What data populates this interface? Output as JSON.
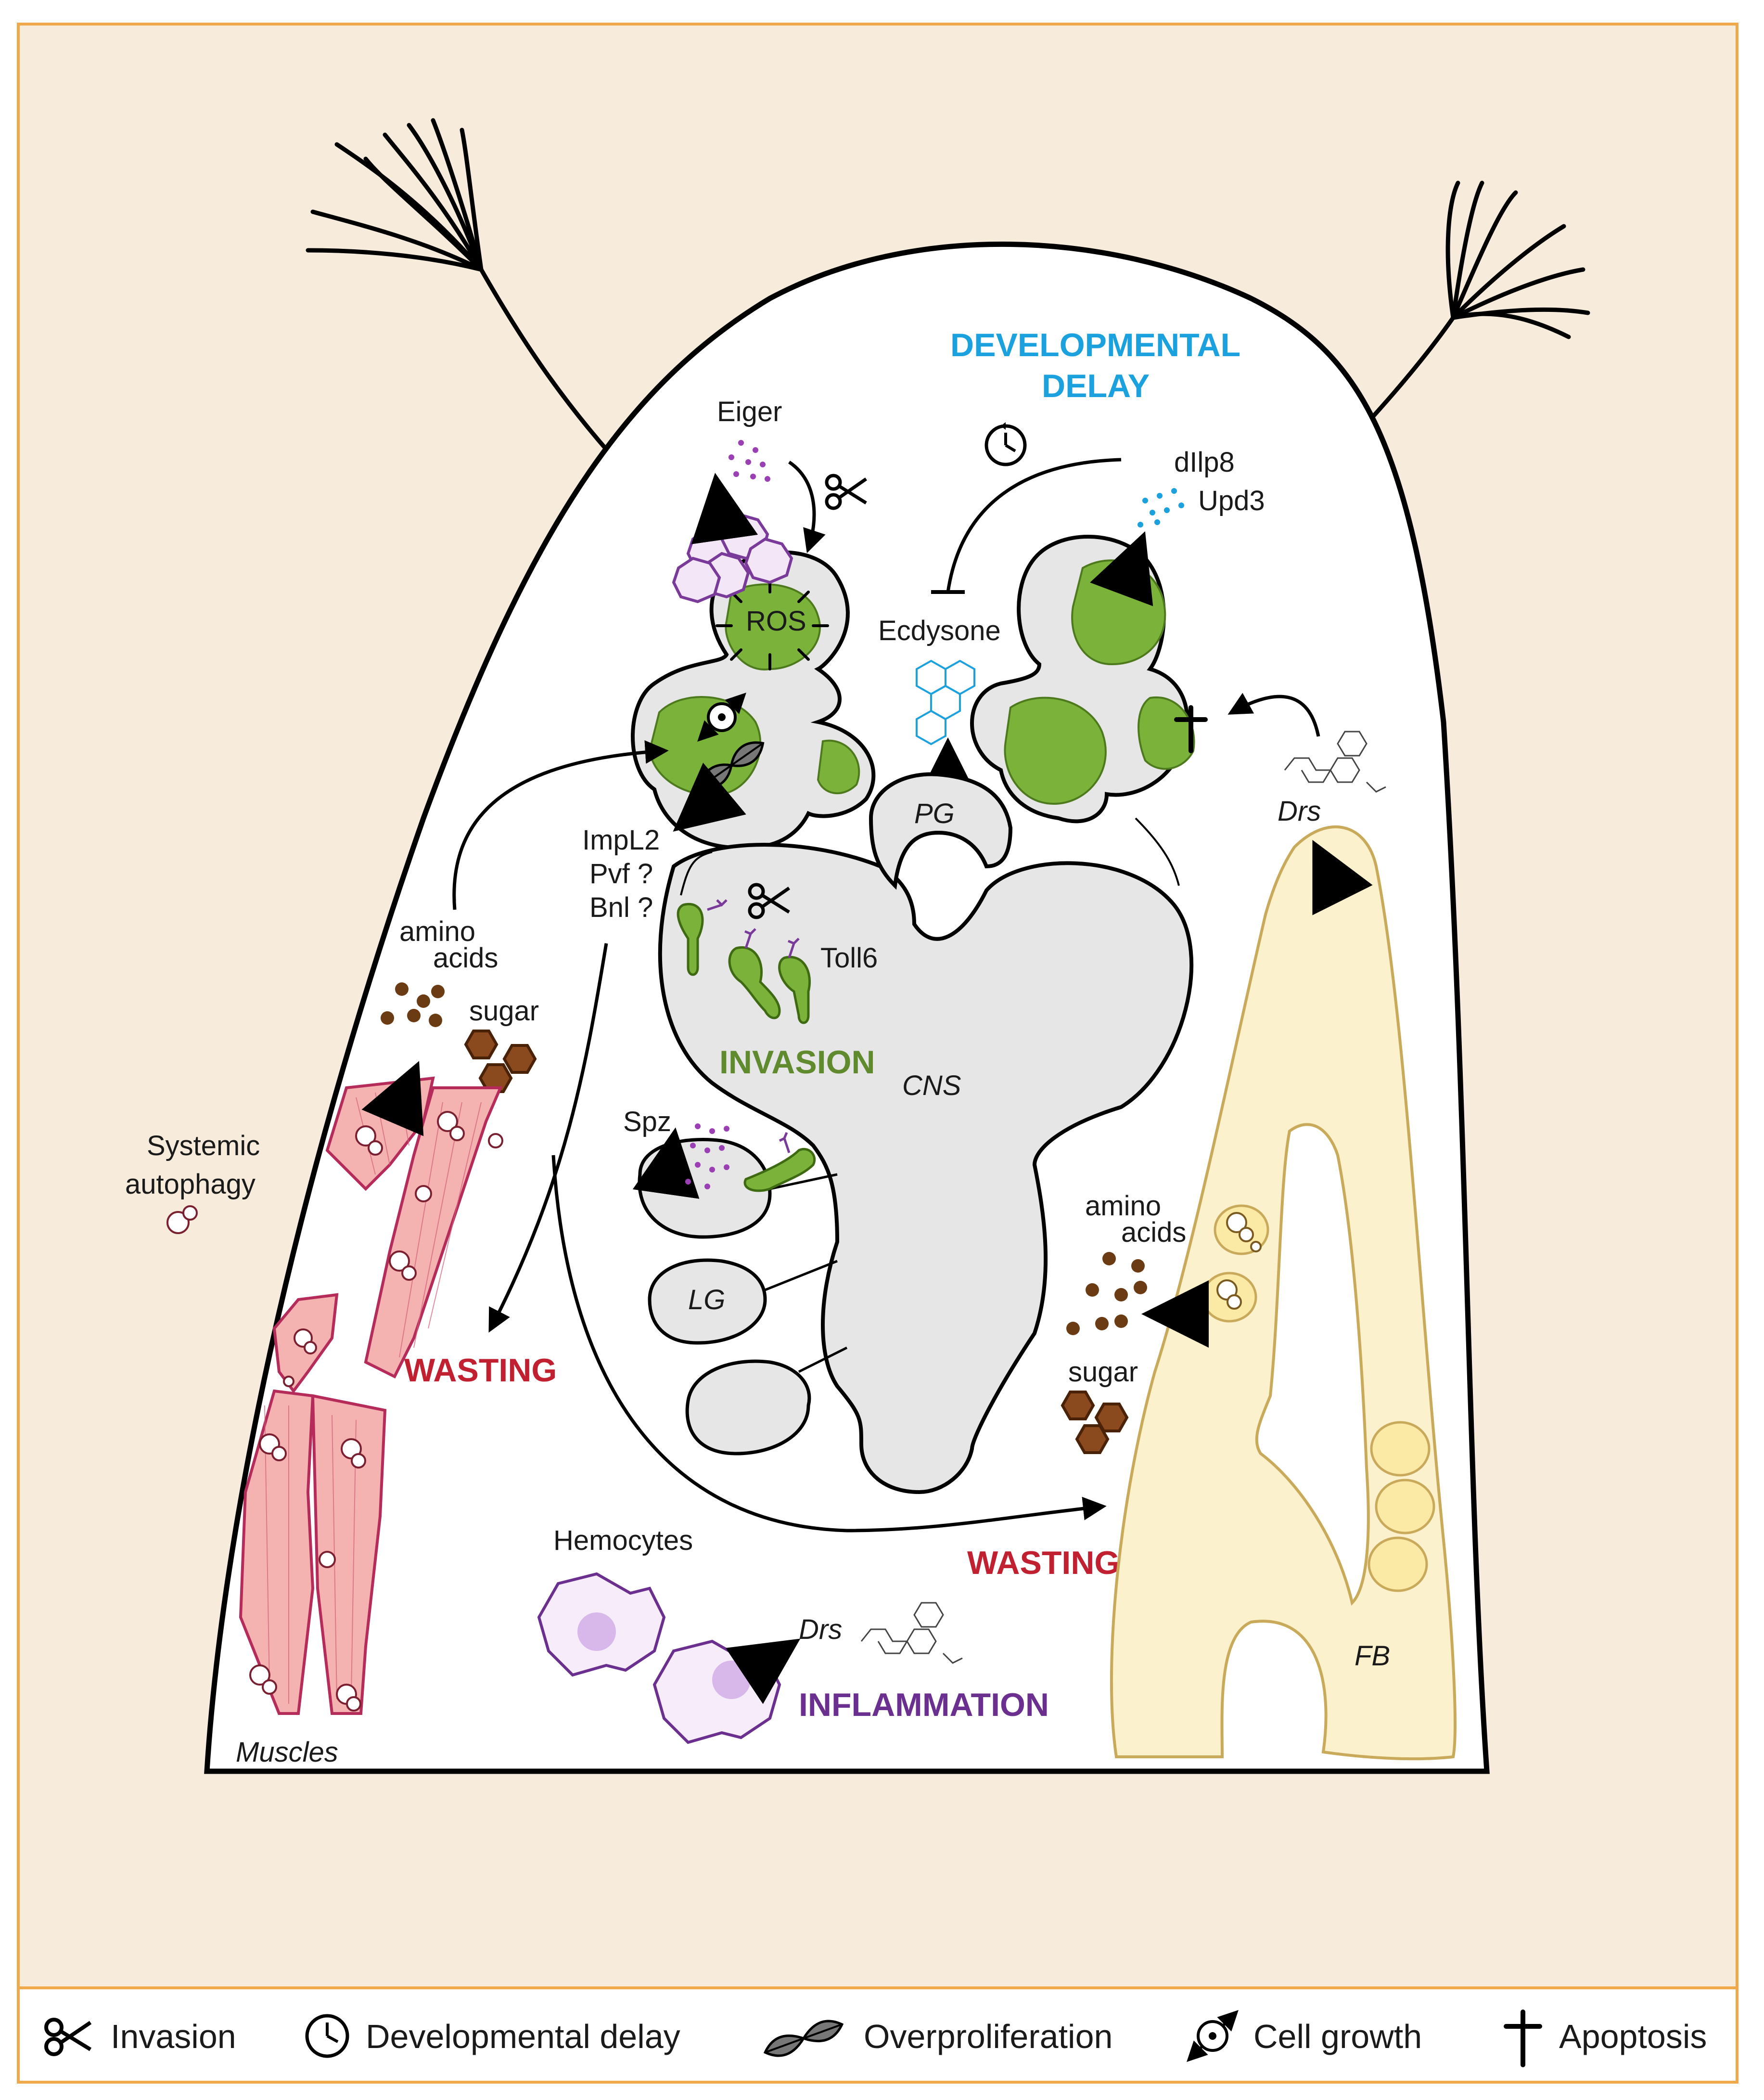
{
  "labels": {
    "eiger": "Eiger",
    "ros": "ROS",
    "ecdysone": "Ecdysone",
    "dilp8": "dIlp8",
    "upd3": "Upd3",
    "impl2": "ImpL2",
    "pvf": "Pvf ?",
    "bnl": "Bnl ?",
    "toll6": "Toll6",
    "spz": "Spz",
    "pg": "PG",
    "cns": "CNS",
    "lg": "LG",
    "fb": "FB",
    "drs_top": "Drs",
    "drs_bottom": "Drs",
    "amino_acids_left_1": "amino",
    "amino_acids_left_2": "acids",
    "sugar_left": "sugar",
    "amino_acids_right_1": "amino",
    "amino_acids_right_2": "acids",
    "sugar_right": "sugar",
    "systemic_autophagy_1": "Systemic",
    "systemic_autophagy_2": "autophagy",
    "muscles": "Muscles",
    "hemocytes": "Hemocytes"
  },
  "headings": {
    "developmental_delay_1": "DEVELOPMENTAL",
    "developmental_delay_2": "DELAY",
    "invasion": "INVASION",
    "wasting_left": "WASTING",
    "wasting_right": "WASTING",
    "inflammation": "INFLAMMATION"
  },
  "legend": {
    "invasion": "Invasion",
    "developmental_delay": "Developmental delay",
    "overproliferation": "Overproliferation",
    "cell_growth": "Cell growth",
    "apoptosis": "Apoptosis"
  },
  "colors": {
    "background": "#f7ebdc",
    "border": "#f0a94a",
    "tumor_green": "#7ab23a",
    "organ_gray": "#e6e6e6",
    "developmental_blue": "#1ba1dd",
    "invasion_green": "#5f8a2e",
    "wasting_red": "#c0202f",
    "inflammation_purple": "#6b2f8f",
    "muscle_pink": "#f4b3b0",
    "fat_body_yellow": "#fbf1cc",
    "nutrient_brown": "#6b3c14"
  }
}
